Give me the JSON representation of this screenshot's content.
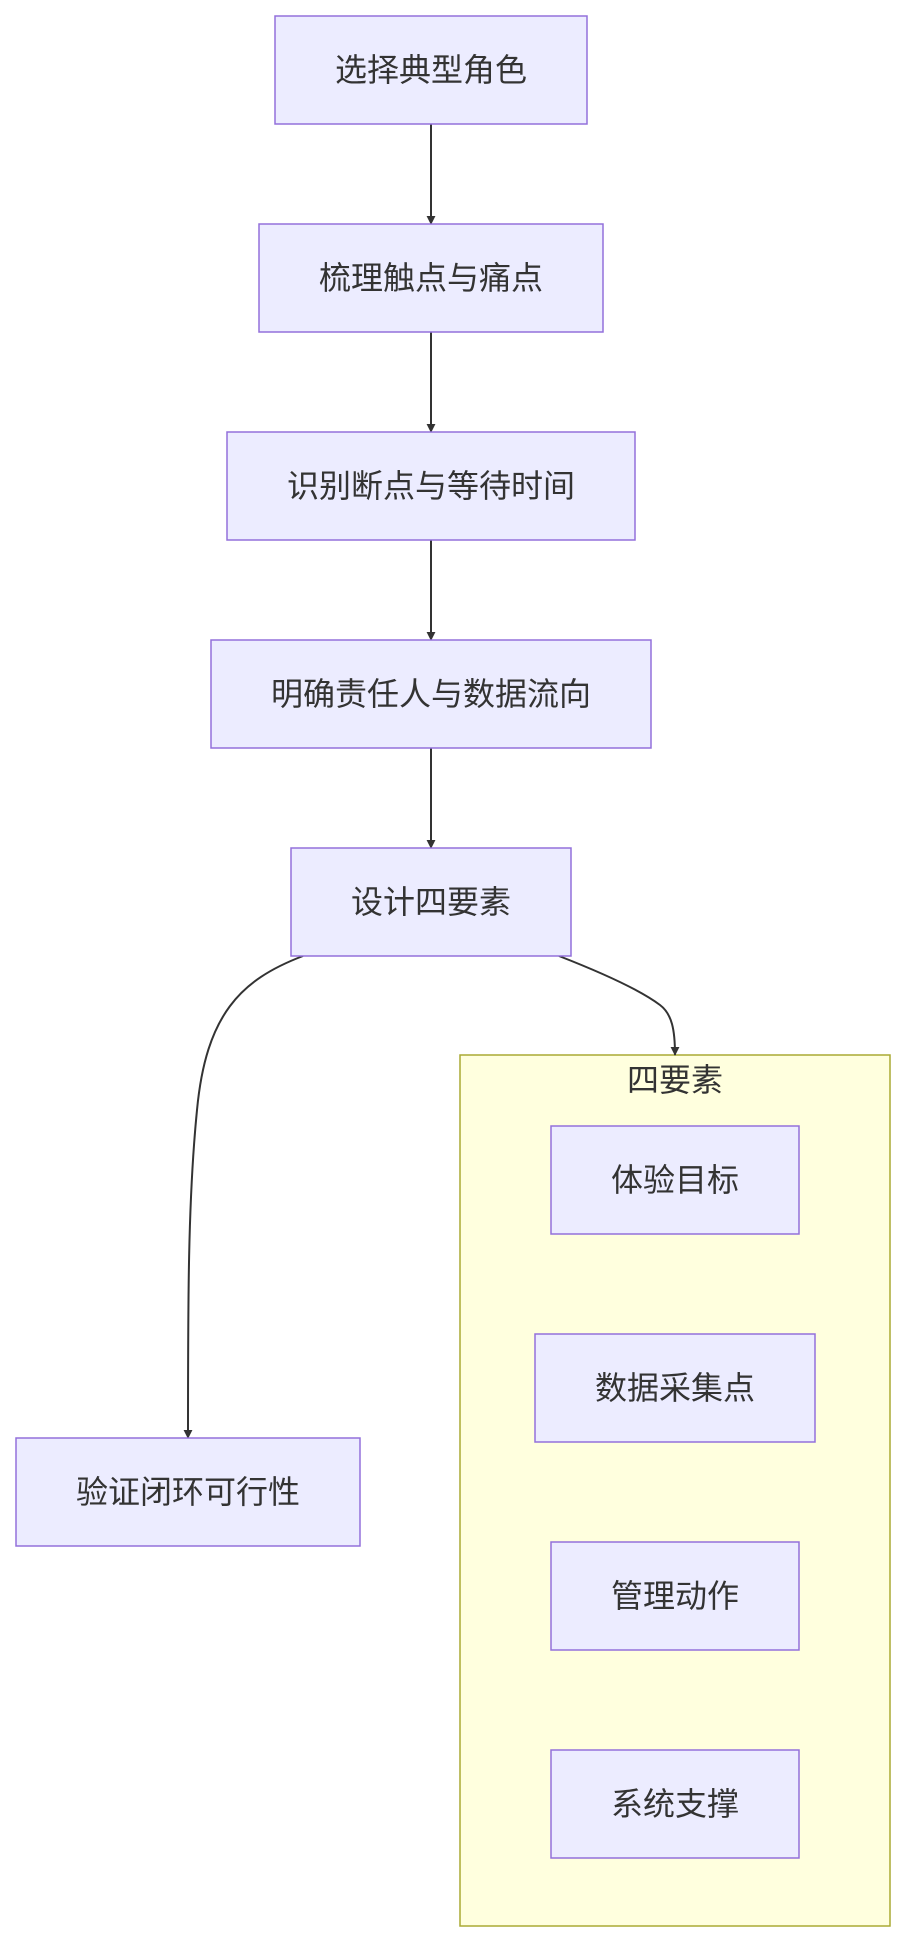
{
  "nodes": {
    "select_role": "选择典型角色",
    "touchpoints": "梳理触点与痛点",
    "breakpoints": "识别断点与等待时间",
    "owner_dataflow": "明确责任人与数据流向",
    "design_four": "设计四要素",
    "validate": "验证闭环可行性"
  },
  "cluster": {
    "title": "四要素",
    "items": {
      "experience_goal": "体验目标",
      "data_points": "数据采集点",
      "mgmt_action": "管理动作",
      "system_support": "系统支撑"
    }
  },
  "colors": {
    "node_fill": "#ececff",
    "node_stroke": "#9370db",
    "cluster_fill": "#ffffde",
    "cluster_stroke": "#aaaa33",
    "edge": "#333333",
    "text": "#333333"
  }
}
